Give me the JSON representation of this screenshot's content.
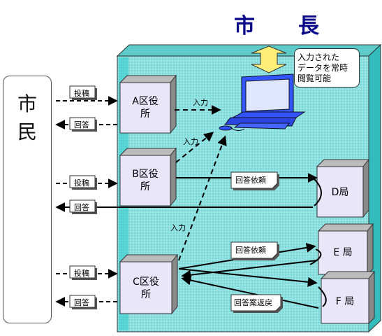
{
  "title": "市　長",
  "citizens_label": [
    "市",
    "民"
  ],
  "note_lines": [
    "入力された",
    "データを常時",
    "閲覧可能"
  ],
  "offices": {
    "a": [
      "A区役",
      "所"
    ],
    "b": [
      "B区役",
      "所"
    ],
    "c": [
      "C区役",
      "所"
    ]
  },
  "bureaus": {
    "d": "D局",
    "e": "E 局",
    "f": "F 局"
  },
  "labels": {
    "post_a": "投稿",
    "reply_a": "回答",
    "post_b": "投稿",
    "reply_d": "回答",
    "post_c": "投稿",
    "reply_c": "回答",
    "input_a": "入力",
    "input_b": "入力",
    "input_c": "入力",
    "request_d": "回答依頼",
    "request_e": "回答依頼",
    "return_f": "回答案返戻"
  },
  "colors": {
    "title": "#0a0a8a",
    "panel_top": "#66cccc",
    "panel_face": "#99e6e6",
    "panel_edge": "#33cccc",
    "box_face": "#e8e6f8",
    "computer": "#3355ff",
    "arrow_up": "#ffee77"
  }
}
